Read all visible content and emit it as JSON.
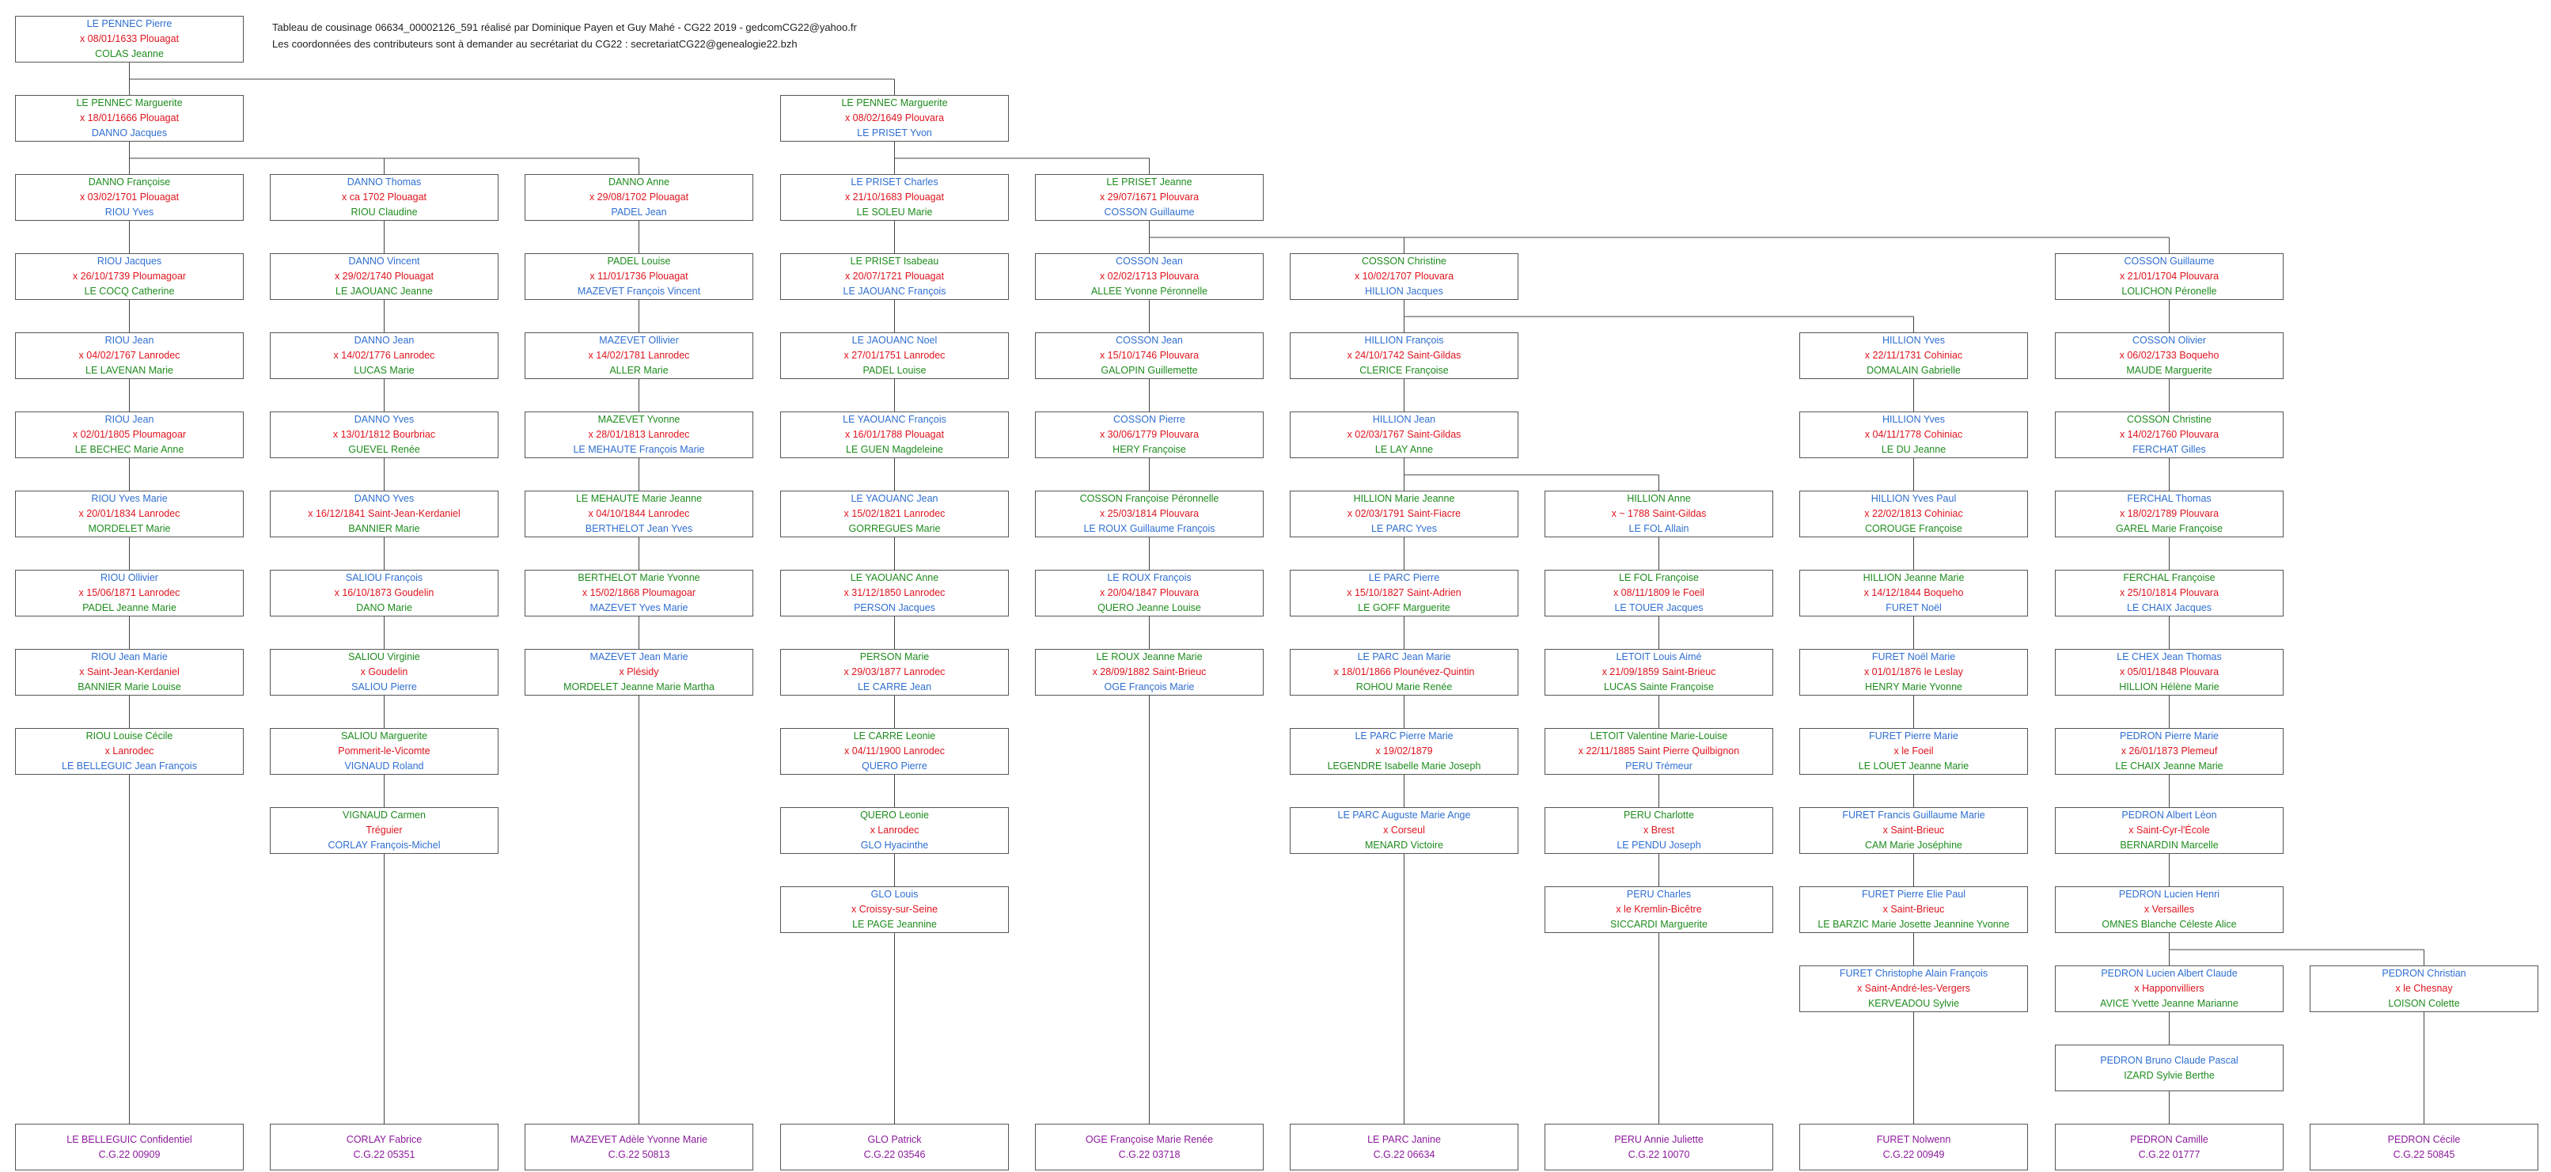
{
  "header": {
    "line1": "Tableau de cousinage 06634_00002126_591 réalisé par Dominique Payen et Guy Mahé - CG22 2019 - gedcomCG22@yahoo.fr",
    "line2": "Les coordonnées des contributeurs sont à demander au secrétariat du CG22 :  secretariatCG22@genealogie22.bzh"
  },
  "colors": {
    "blue": "#2f6fd1",
    "red": "#e0141e",
    "green": "#1e8c1e",
    "purple": "#8b1a9b"
  },
  "nodes": [
    {
      "id": "r0",
      "l1": "LE PENNEC Pierre",
      "l2": "x 08/01/1633 Plouagat",
      "l3": "COLAS Jeanne",
      "c1": "blue",
      "c3": "green"
    },
    {
      "id": "a1",
      "l1": "LE PENNEC Marguerite",
      "l2": "x 18/01/1666 Plouagat",
      "l3": "DANNO Jacques",
      "c1": "green",
      "c3": "blue"
    },
    {
      "id": "b1",
      "l1": "LE PENNEC Marguerite",
      "l2": "x 08/02/1649 Plouvara",
      "l3": "LE PRISET Yvon",
      "c1": "green",
      "c3": "blue"
    },
    {
      "id": "c0r2",
      "l1": "DANNO Françoise",
      "l2": "x 03/02/1701 Plouagat",
      "l3": "RIOU Yves",
      "c1": "green",
      "c3": "blue"
    },
    {
      "id": "c0r3",
      "l1": "RIOU Jacques",
      "l2": "x 26/10/1739 Ploumagoar",
      "l3": "LE COCQ Catherine",
      "c1": "blue",
      "c3": "green"
    },
    {
      "id": "c0r4",
      "l1": "RIOU Jean",
      "l2": "x 04/02/1767 Lanrodec",
      "l3": "LE LAVENAN Marie",
      "c1": "blue",
      "c3": "green"
    },
    {
      "id": "c0r5",
      "l1": "RIOU Jean",
      "l2": "x 02/01/1805 Ploumagoar",
      "l3": "LE BECHEC Marie Anne",
      "c1": "blue",
      "c3": "green"
    },
    {
      "id": "c0r6",
      "l1": "RIOU Yves Marie",
      "l2": "x 20/01/1834 Lanrodec",
      "l3": "MORDELET Marie",
      "c1": "blue",
      "c3": "green"
    },
    {
      "id": "c0r7",
      "l1": "RIOU Ollivier",
      "l2": "x 15/06/1871 Lanrodec",
      "l3": "PADEL Jeanne Marie",
      "c1": "blue",
      "c3": "green"
    },
    {
      "id": "c0r8",
      "l1": "RIOU Jean Marie",
      "l2": "x        Saint-Jean-Kerdaniel",
      "l3": "BANNIER Marie Louise",
      "c1": "blue",
      "c3": "green"
    },
    {
      "id": "c0r9",
      "l1": "RIOU Louise Cécile",
      "l2": "x        Lanrodec",
      "l3": "LE BELLEGUIC Jean François",
      "c1": "green",
      "c3": "blue"
    },
    {
      "id": "c0end",
      "l1": "LE BELLEGUIC Confidentiel",
      "l2": "",
      "l3": "C.G.22 00909",
      "contrib": true
    },
    {
      "id": "c1r2",
      "l1": "DANNO Thomas",
      "l2": "x ca    1702 Plouagat",
      "l3": "RIOU Claudine",
      "c1": "blue",
      "c3": "green"
    },
    {
      "id": "c1r3",
      "l1": "DANNO Vincent",
      "l2": "x 29/02/1740 Plouagat",
      "l3": "LE JAOUANC Jeanne",
      "c1": "blue",
      "c3": "green"
    },
    {
      "id": "c1r4",
      "l1": "DANNO Jean",
      "l2": "x 14/02/1776 Lanrodec",
      "l3": "LUCAS Marie",
      "c1": "blue",
      "c3": "green"
    },
    {
      "id": "c1r5",
      "l1": "DANNO Yves",
      "l2": "x 13/01/1812 Bourbriac",
      "l3": "GUEVEL Renée",
      "c1": "blue",
      "c3": "green"
    },
    {
      "id": "c1r6",
      "l1": "DANNO Yves",
      "l2": "x 16/12/1841 Saint-Jean-Kerdaniel",
      "l3": "BANNIER Marie",
      "c1": "blue",
      "c3": "green"
    },
    {
      "id": "c1r7",
      "l1": "SALIOU François",
      "l2": "x 16/10/1873 Goudelin",
      "l3": "DANO Marie",
      "c1": "blue",
      "c3": "green"
    },
    {
      "id": "c1r8",
      "l1": "SALIOU Virginie",
      "l2": "x        Goudelin",
      "l3": "SALIOU Pierre",
      "c1": "green",
      "c3": "blue"
    },
    {
      "id": "c1r9",
      "l1": "SALIOU Marguerite",
      "l2": "Pommerit-le-Vicomte",
      "l3": "VIGNAUD Roland",
      "c1": "green",
      "c3": "blue"
    },
    {
      "id": "c1r10",
      "l1": "VIGNAUD Carmen",
      "l2": "Tréguier",
      "l3": "CORLAY François-Michel",
      "c1": "green",
      "c3": "blue"
    },
    {
      "id": "c1end",
      "l1": "CORLAY Fabrice",
      "l2": "",
      "l3": "C.G.22 05351",
      "contrib": true
    },
    {
      "id": "c2r2",
      "l1": "DANNO Anne",
      "l2": "x 29/08/1702 Plouagat",
      "l3": "PADEL Jean",
      "c1": "green",
      "c3": "blue"
    },
    {
      "id": "c2r3",
      "l1": "PADEL Louise",
      "l2": "x 11/01/1736 Plouagat",
      "l3": "MAZEVET François Vincent",
      "c1": "green",
      "c3": "blue"
    },
    {
      "id": "c2r4",
      "l1": "MAZEVET Ollivier",
      "l2": "x 14/02/1781 Lanrodec",
      "l3": "ALLER Marie",
      "c1": "blue",
      "c3": "green"
    },
    {
      "id": "c2r5",
      "l1": "MAZEVET Yvonne",
      "l2": "x 28/01/1813 Lanrodec",
      "l3": "LE MEHAUTE François Marie",
      "c1": "green",
      "c3": "blue"
    },
    {
      "id": "c2r6",
      "l1": "LE MEHAUTE Marie Jeanne",
      "l2": "x 04/10/1844 Lanrodec",
      "l3": "BERTHELOT Jean Yves",
      "c1": "green",
      "c3": "blue"
    },
    {
      "id": "c2r7",
      "l1": "BERTHELOT Marie Yvonne",
      "l2": "x 15/02/1868 Ploumagoar",
      "l3": "MAZEVET Yves Marie",
      "c1": "green",
      "c3": "blue"
    },
    {
      "id": "c2r8",
      "l1": "MAZEVET Jean Marie",
      "l2": "x        Plésidy",
      "l3": "MORDELET Jeanne Marie Martha",
      "c1": "blue",
      "c3": "green"
    },
    {
      "id": "c2end",
      "l1": "MAZEVET Adèle Yvonne Marie",
      "l2": "",
      "l3": "C.G.22 50813",
      "contrib": true
    },
    {
      "id": "c3r2",
      "l1": "LE PRISET Charles",
      "l2": "x 21/10/1683 Plouagat",
      "l3": "LE SOLEU Marie",
      "c1": "blue",
      "c3": "green"
    },
    {
      "id": "c3r3",
      "l1": "LE PRISET Isabeau",
      "l2": "x 20/07/1721 Plouagat",
      "l3": "LE JAOUANC François",
      "c1": "green",
      "c3": "blue"
    },
    {
      "id": "c3r4",
      "l1": "LE JAOUANC Noel",
      "l2": "x 27/01/1751 Lanrodec",
      "l3": "PADEL Louise",
      "c1": "blue",
      "c3": "green"
    },
    {
      "id": "c3r5",
      "l1": "LE YAOUANC François",
      "l2": "x 16/01/1788 Plouagat",
      "l3": "LE GUEN Magdeleine",
      "c1": "blue",
      "c3": "green"
    },
    {
      "id": "c3r6",
      "l1": "LE YAOUANC Jean",
      "l2": "x 15/02/1821 Lanrodec",
      "l3": "GORREGUES Marie",
      "c1": "blue",
      "c3": "green"
    },
    {
      "id": "c3r7",
      "l1": "LE YAOUANC Anne",
      "l2": "x 31/12/1850 Lanrodec",
      "l3": "PERSON Jacques",
      "c1": "green",
      "c3": "blue"
    },
    {
      "id": "c3r8",
      "l1": "PERSON Marie",
      "l2": "x 29/03/1877 Lanrodec",
      "l3": "LE CARRE Jean",
      "c1": "green",
      "c3": "blue"
    },
    {
      "id": "c3r9",
      "l1": "LE CARRE Leonie",
      "l2": "x 04/11/1900 Lanrodec",
      "l3": "QUERO Pierre",
      "c1": "green",
      "c3": "blue"
    },
    {
      "id": "c3r10",
      "l1": "QUERO Leonie",
      "l2": "x        Lanrodec",
      "l3": "GLO Hyacinthe",
      "c1": "green",
      "c3": "blue"
    },
    {
      "id": "c3r11",
      "l1": "GLO Louis",
      "l2": "x        Croissy-sur-Seine",
      "l3": "LE PAGE Jeannine",
      "c1": "blue",
      "c3": "green"
    },
    {
      "id": "c3end",
      "l1": "GLO Patrick",
      "l2": "",
      "l3": "C.G.22 03546",
      "contrib": true
    },
    {
      "id": "c4r2",
      "l1": "LE PRISET Jeanne",
      "l2": "x 29/07/1671 Plouvara",
      "l3": "COSSON Guillaume",
      "c1": "green",
      "c3": "blue"
    },
    {
      "id": "c4r3",
      "l1": "COSSON Jean",
      "l2": "x 02/02/1713 Plouvara",
      "l3": "ALLEE Yvonne Péronnelle",
      "c1": "blue",
      "c3": "green"
    },
    {
      "id": "c4r4",
      "l1": "COSSON Jean",
      "l2": "x 15/10/1746 Plouvara",
      "l3": "GALOPIN Guillemette",
      "c1": "blue",
      "c3": "green"
    },
    {
      "id": "c4r5",
      "l1": "COSSON Pierre",
      "l2": "x 30/06/1779 Plouvara",
      "l3": "HERY Françoise",
      "c1": "blue",
      "c3": "green"
    },
    {
      "id": "c4r6",
      "l1": "COSSON Françoise Péronnelle",
      "l2": "x 25/03/1814 Plouvara",
      "l3": "LE ROUX Guillaume François",
      "c1": "green",
      "c3": "blue"
    },
    {
      "id": "c4r7",
      "l1": "LE ROUX François",
      "l2": "x 20/04/1847 Plouvara",
      "l3": "QUERO Jeanne Louise",
      "c1": "blue",
      "c3": "green"
    },
    {
      "id": "c4r8",
      "l1": "LE ROUX Jeanne Marie",
      "l2": "x 28/09/1882 Saint-Brieuc",
      "l3": "OGE François Marie",
      "c1": "green",
      "c3": "blue"
    },
    {
      "id": "c4end",
      "l1": "OGE Françoise Marie Renée",
      "l2": "",
      "l3": "C.G.22 03718",
      "contrib": true
    },
    {
      "id": "c5r3",
      "l1": "COSSON Christine",
      "l2": "x 10/02/1707 Plouvara",
      "l3": "HILLION Jacques",
      "c1": "green",
      "c3": "blue"
    },
    {
      "id": "c5r4",
      "l1": "HILLION François",
      "l2": "x 24/10/1742 Saint-Gildas",
      "l3": "CLERICE Françoise",
      "c1": "blue",
      "c3": "green"
    },
    {
      "id": "c5r5",
      "l1": "HILLION Jean",
      "l2": "x 02/03/1767 Saint-Gildas",
      "l3": "LE LAY Anne",
      "c1": "blue",
      "c3": "green"
    },
    {
      "id": "c5r6",
      "l1": "HILLION Marie Jeanne",
      "l2": "x 02/03/1791 Saint-Fiacre",
      "l3": "LE PARC Yves",
      "c1": "green",
      "c3": "blue"
    },
    {
      "id": "c5r7",
      "l1": "LE PARC Pierre",
      "l2": "x 15/10/1827 Saint-Adrien",
      "l3": "LE GOFF Marguerite",
      "c1": "blue",
      "c3": "green"
    },
    {
      "id": "c5r8",
      "l1": "LE PARC Jean Marie",
      "l2": "x 18/01/1866 Plounévez-Quintin",
      "l3": "ROHOU Marie Renée",
      "c1": "blue",
      "c3": "green"
    },
    {
      "id": "c5r9",
      "l1": "LE PARC Pierre Marie",
      "l2": "x 19/02/1879",
      "l3": "LEGENDRE Isabelle Marie Joseph",
      "c1": "blue",
      "c3": "green"
    },
    {
      "id": "c5r10",
      "l1": "LE PARC Auguste Marie Ange",
      "l2": "x        Corseul",
      "l3": "MENARD Victoire",
      "c1": "blue",
      "c3": "green"
    },
    {
      "id": "c5end",
      "l1": "LE PARC Janine",
      "l2": "",
      "l3": "C.G.22 06634",
      "contrib": true
    },
    {
      "id": "c6r6",
      "l1": "HILLION Anne",
      "l2": "x ~ 1788 Saint-Gildas",
      "l3": "LE FOL Allain",
      "c1": "green",
      "c3": "blue"
    },
    {
      "id": "c6r7",
      "l1": "LE FOL Françoise",
      "l2": "x 08/11/1809 le Foeil",
      "l3": "LE TOUER Jacques",
      "c1": "green",
      "c3": "blue"
    },
    {
      "id": "c6r8",
      "l1": "LETOIT Louis Aimé",
      "l2": "x 21/09/1859 Saint-Brieuc",
      "l3": "LUCAS Sainte Françoise",
      "c1": "blue",
      "c3": "green"
    },
    {
      "id": "c6r9",
      "l1": "LETOIT Valentine Marie-Louise",
      "l2": "x 22/11/1885 Saint Pierre Quilbignon",
      "l3": "PERU Trémeur",
      "c1": "green",
      "c3": "blue"
    },
    {
      "id": "c6r10",
      "l1": "PERU Charlotte",
      "l2": "x        Brest",
      "l3": "LE PENDU Joseph",
      "c1": "green",
      "c3": "blue"
    },
    {
      "id": "c6r11",
      "l1": "PERU Charles",
      "l2": "x        le Kremlin-Bicêtre",
      "l3": "SICCARDI Marguerite",
      "c1": "blue",
      "c3": "green"
    },
    {
      "id": "c6end",
      "l1": "PERU Annie Juliette",
      "l2": "",
      "l3": "C.G.22 10070",
      "contrib": true
    },
    {
      "id": "c7r4",
      "l1": "HILLION Yves",
      "l2": "x 22/11/1731 Cohiniac",
      "l3": "DOMALAIN Gabrielle",
      "c1": "blue",
      "c3": "green"
    },
    {
      "id": "c7r5",
      "l1": "HILLION Yves",
      "l2": "x 04/11/1778 Cohiniac",
      "l3": "LE DU Jeanne",
      "c1": "blue",
      "c3": "green"
    },
    {
      "id": "c7r6",
      "l1": "HILLION Yves Paul",
      "l2": "x 22/02/1813 Cohiniac",
      "l3": "COROUGE Françoise",
      "c1": "blue",
      "c3": "green"
    },
    {
      "id": "c7r7",
      "l1": "HILLION Jeanne Marie",
      "l2": "x 14/12/1844 Boqueho",
      "l3": "FURET Noël",
      "c1": "green",
      "c3": "blue"
    },
    {
      "id": "c7r8",
      "l1": "FURET Noël Marie",
      "l2": "x 01/01/1876 le Leslay",
      "l3": "HENRY Marie Yvonne",
      "c1": "blue",
      "c3": "green"
    },
    {
      "id": "c7r9",
      "l1": "FURET Pierre Marie",
      "l2": "x        le Foeil",
      "l3": "LE LOUET Jeanne Marie",
      "c1": "blue",
      "c3": "green"
    },
    {
      "id": "c7r10",
      "l1": "FURET Francis Guillaume Marie",
      "l2": "x        Saint-Brieuc",
      "l3": "CAM Marie Joséphine",
      "c1": "blue",
      "c3": "green"
    },
    {
      "id": "c7r11",
      "l1": "FURET Pierre Elie Paul",
      "l2": "x        Saint-Brieuc",
      "l3": "LE BARZIC Marie Josette Jeannine Yvonne",
      "c1": "blue",
      "c3": "green"
    },
    {
      "id": "c7r12",
      "l1": "FURET Christophe Alain François",
      "l2": "x        Saint-André-les-Vergers",
      "l3": "KERVEADOU Sylvie",
      "c1": "blue",
      "c3": "green"
    },
    {
      "id": "c7end",
      "l1": "FURET Nolwenn",
      "l2": "",
      "l3": "C.G.22 00949",
      "contrib": true
    },
    {
      "id": "c8r3",
      "l1": "COSSON Guillaume",
      "l2": "x 21/01/1704 Plouvara",
      "l3": "LOLICHON Péronelle",
      "c1": "blue",
      "c3": "green"
    },
    {
      "id": "c8r4",
      "l1": "COSSON Olivier",
      "l2": "x 06/02/1733 Boqueho",
      "l3": "MAUDE Marguerite",
      "c1": "blue",
      "c3": "green"
    },
    {
      "id": "c8r5",
      "l1": "COSSON Christine",
      "l2": "x 14/02/1760 Plouvara",
      "l3": "FERCHAT Gilles",
      "c1": "green",
      "c3": "blue"
    },
    {
      "id": "c8r6",
      "l1": "FERCHAL Thomas",
      "l2": "x 18/02/1789 Plouvara",
      "l3": "GAREL Marie Françoise",
      "c1": "blue",
      "c3": "green"
    },
    {
      "id": "c8r7",
      "l1": "FERCHAL Françoise",
      "l2": "x 25/10/1814 Plouvara",
      "l3": "LE CHAIX Jacques",
      "c1": "green",
      "c3": "blue"
    },
    {
      "id": "c8r8",
      "l1": "LE CHEX Jean Thomas",
      "l2": "x 05/01/1848 Plouvara",
      "l3": "HILLION Hélène Marie",
      "c1": "blue",
      "c3": "green"
    },
    {
      "id": "c8r9",
      "l1": "PEDRON Pierre Marie",
      "l2": "x 26/01/1873 Plemeuf",
      "l3": "LE CHAIX Jeanne Marie",
      "c1": "blue",
      "c3": "green"
    },
    {
      "id": "c8r10",
      "l1": "PEDRON Albert Léon",
      "l2": "x        Saint-Cyr-l'École",
      "l3": "BERNARDIN Marcelle",
      "c1": "blue",
      "c3": "green"
    },
    {
      "id": "c8r11",
      "l1": "PEDRON Lucien Henri",
      "l2": "x        Versailles",
      "l3": "OMNES Blanche Céleste Alice",
      "c1": "blue",
      "c3": "green"
    },
    {
      "id": "c8r12",
      "l1": "PEDRON Lucien Albert Claude",
      "l2": "x        Happonvilliers",
      "l3": "AVICE Yvette Jeanne Marianne",
      "c1": "blue",
      "c3": "green"
    },
    {
      "id": "c8r13",
      "l1": "PEDRON Bruno Claude Pascal",
      "l2": "",
      "l3": "IZARD Sylvie Berthe",
      "c1": "blue",
      "c3": "green"
    },
    {
      "id": "c8end",
      "l1": "PEDRON Camille",
      "l2": "",
      "l3": "C.G.22 01777",
      "contrib": true
    },
    {
      "id": "c9r12",
      "l1": "PEDRON Christian",
      "l2": "x        le Chesnay",
      "l3": "LOISON Colette",
      "c1": "blue",
      "c3": "green"
    },
    {
      "id": "c9end",
      "l1": "PEDRON Cécile",
      "l2": "",
      "l3": "C.G.22 50845",
      "contrib": true
    }
  ]
}
